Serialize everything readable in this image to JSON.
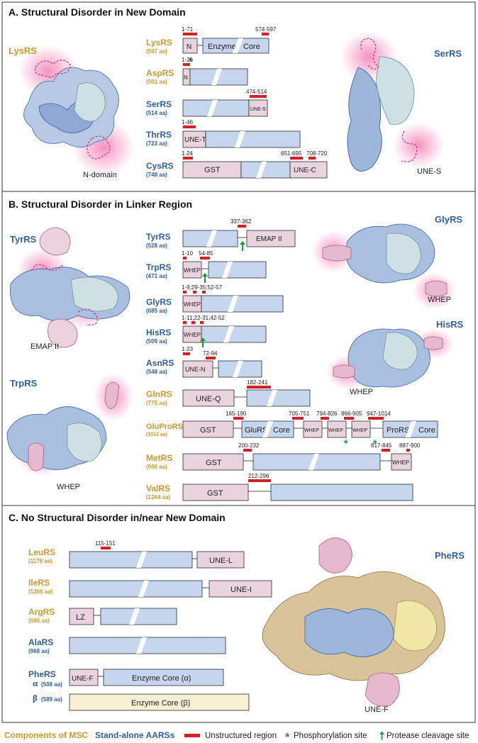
{
  "panels": {
    "a_title": "A. Structural Disorder in New Domain",
    "b_title": "B. Structural Disorder in Linker Region",
    "c_title": "C. No Structural Disorder in/near New Domain"
  },
  "structures": {
    "lysrs": "LysRS",
    "n_domain": "N-domain",
    "serrs": "SerRS",
    "une_s": "UNE-S",
    "tyrrs": "TyrRS",
    "emap": "EMAP II",
    "trprs": "TrpRS",
    "whep_trp": "WHEP",
    "glyrs": "GlyRS",
    "whep_gly": "WHEP",
    "hisrs": "HisRS",
    "whep_his": "WHEP",
    "phers": "PheRS",
    "une_f": "UNE-F"
  },
  "genes": {
    "lys": {
      "name": "LysRS",
      "len": "(597 aa)",
      "r1": "1-71",
      "r2": "574-597",
      "d1": "N",
      "d2": "Enzyme",
      "d3": "Core"
    },
    "asp": {
      "name": "AspRS",
      "len": "(501 aa)",
      "r1": "1-25",
      "d1": "N"
    },
    "ser": {
      "name": "SerRS",
      "len": "(514 aa)",
      "r1": "474-514",
      "d1": "UNE-S"
    },
    "thr": {
      "name": "ThrRS",
      "len": "(723 aa)",
      "r1": "1-46",
      "d1": "UNE-T"
    },
    "cys": {
      "name": "CysRS",
      "len": "(748 aa)",
      "r1": "1-24",
      "r2": "651-695",
      "r3": "708-720",
      "d1": "GST",
      "d2": "UNE-C"
    },
    "tyr": {
      "name": "TyrRS",
      "len": "(528 aa)",
      "r1": "337-362",
      "d1": "EMAP II"
    },
    "trp": {
      "name": "TrpRS",
      "len": "(471 aa)",
      "r1": "1-10",
      "r2": "54-85",
      "d1": "WHEP"
    },
    "gly": {
      "name": "GlyRS",
      "len": "(685 aa)",
      "r1": "1-9;29-35;52-57",
      "d1": "WHEP"
    },
    "his": {
      "name": "HisRS",
      "len": "(509 aa)",
      "r1": "1-11;22-31;42-52",
      "d1": "WHEP"
    },
    "asn": {
      "name": "AsnRS",
      "len": "(548 aa)",
      "r1": "1-23",
      "r2": "72-94",
      "d1": "UNE-N"
    },
    "gln": {
      "name": "GlnRS",
      "len": "(775 aa)",
      "r1": "182-241",
      "d1": "UNE-Q"
    },
    "glupro": {
      "name": "GluProRS",
      "len": "(1512 aa)",
      "r1": "165-190",
      "r2": "705-751",
      "r3": "794-826",
      "r4": "866-905",
      "r5": "947-1014",
      "d1": "GST",
      "d2": "GluRS",
      "d3": "Core",
      "d4": "WHEP",
      "d5": "WHEP",
      "d6": "WHEP",
      "d7": "ProRS",
      "d8": "Core"
    },
    "met": {
      "name": "MetRS",
      "len": "(900 aa)",
      "r1": "200-232",
      "r2": "817-845",
      "r3": "887-900",
      "d1": "GST",
      "d2": "WHEP"
    },
    "val": {
      "name": "ValRS",
      "len": "(1264 aa)",
      "r1": "212-296",
      "d1": "GST"
    },
    "leu": {
      "name": "LeuRS",
      "len": "(1176 aa)",
      "r1": "115-151",
      "d1": "UNE-L"
    },
    "ile": {
      "name": "IleRS",
      "len": "(1266 aa)",
      "d1": "UNE-I"
    },
    "arg": {
      "name": "ArgRS",
      "len": "(660 aa)",
      "d1": "LZ"
    },
    "ala": {
      "name": "AlaRS",
      "len": "(968 aa)"
    },
    "phe": {
      "name": "PheRS",
      "alpha": "α",
      "len_a": "(508 aa)",
      "beta": "β",
      "len_b": "(589 aa)",
      "d1": "UNE-F",
      "d2": "Enzyme Core (α)",
      "d3": "Enzyme Core (β)"
    }
  },
  "legend": {
    "msc": "Components of MSC",
    "standalone": "Stand-alone AARSs",
    "unstructured": "Unstructured region",
    "phospho": "Phosphorylation site",
    "protease": "Protease cleavage site"
  },
  "colors": {
    "msc": "#c99a2e",
    "standalone": "#2f5f9c",
    "core": "#c6d6ee",
    "new_domain": "#e9d3dc",
    "beta": "#f7f0d2",
    "unstructured": "#d32027",
    "phospho": "#1a9a3a",
    "protease": "#1a9a3a",
    "disorder_glow": "#f06fa8"
  }
}
